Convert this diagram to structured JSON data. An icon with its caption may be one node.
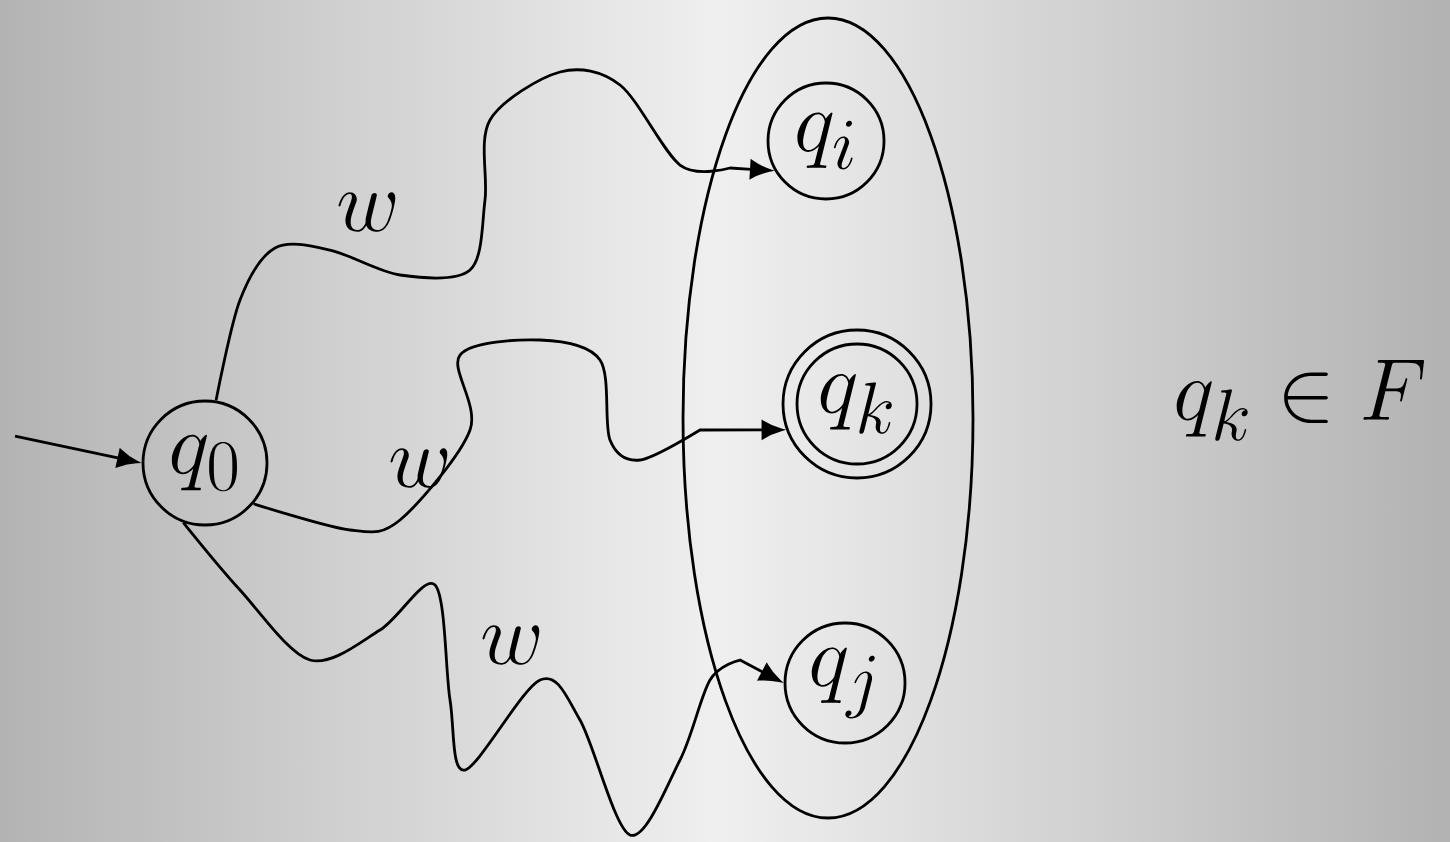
{
  "diagram": {
    "nodes": [
      {
        "text": [
          "q_0"
        ]
      },
      {
        "text": [],
        "shape": "ellipse"
      },
      {
        "text": [
          "q_i"
        ],
        "in": 1
      },
      {
        "text": [
          "q_k"
        ],
        "in": 1
      },
      {
        "text": [
          "q_j"
        ],
        "in": 1
      }
    ],
    "edges": [
      {
        "from": null,
        "to": 0,
        "arrow": "to"
      },
      {
        "from": 0,
        "to": 2,
        "arrow": "to",
        "label": "w"
      },
      {
        "from": 0,
        "to": 3,
        "arrow": "to",
        "label": "w"
      },
      {
        "from": 0,
        "to": 4,
        "arrow": "to",
        "label": "w"
      }
    ],
    "labels": [
      "q_k \\in F"
    ]
  }
}
